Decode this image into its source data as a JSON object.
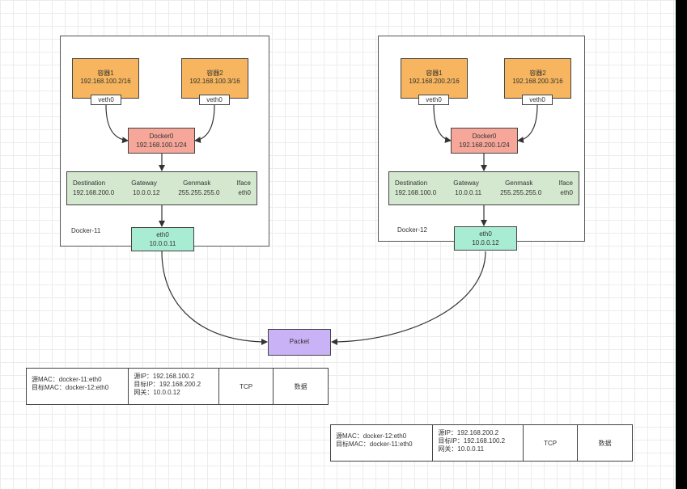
{
  "hosts": [
    {
      "label": "Docker-11",
      "containers": [
        {
          "name": "容器1",
          "ip": "192.168.100.2/16",
          "veth": "veth0"
        },
        {
          "name": "容器2",
          "ip": "192.168.100.3/16",
          "veth": "veth0"
        }
      ],
      "bridge": {
        "name": "Docker0",
        "ip": "192.168.100.1/24"
      },
      "route": {
        "headers": [
          "Destination",
          "Gateway",
          "Genmask",
          "Iface"
        ],
        "values": [
          "192.168.200.0",
          "10.0.0.12",
          "255.255.255.0",
          "eth0"
        ]
      },
      "nic": {
        "name": "eth0",
        "ip": "10.0.0.11"
      }
    },
    {
      "label": "Docker-12",
      "containers": [
        {
          "name": "容器1",
          "ip": "192.168.200.2/16",
          "veth": "veth0"
        },
        {
          "name": "容器2",
          "ip": "192.168.200.3/16",
          "veth": "veth0"
        }
      ],
      "bridge": {
        "name": "Docker0",
        "ip": "192.168.200.1/24"
      },
      "route": {
        "headers": [
          "Destination",
          "Gateway",
          "Genmask",
          "Iface"
        ],
        "values": [
          "192.168.100.0",
          "10.0.0.11",
          "255.255.255.0",
          "eth0"
        ]
      },
      "nic": {
        "name": "eth0",
        "ip": "10.0.0.12"
      }
    }
  ],
  "packet": {
    "label": "Packet"
  },
  "frames": [
    {
      "mac_src": "源MAC：docker-11:eth0",
      "mac_dst": "目标MAC：docker-12:eth0",
      "ip_src": "源IP：192.168.100.2",
      "ip_dst": "目标IP：192.168.200.2",
      "gateway": "网关：10.0.0.12",
      "proto": "TCP",
      "payload": "数据"
    },
    {
      "mac_src": "源MAC：docker-12:eth0",
      "mac_dst": "目标MAC：docker-11:eth0",
      "ip_src": "源IP：192.168.200.2",
      "ip_dst": "目标IP：192.168.100.2",
      "gateway": "网关：10.0.0.11",
      "proto": "TCP",
      "payload": "数据"
    }
  ]
}
